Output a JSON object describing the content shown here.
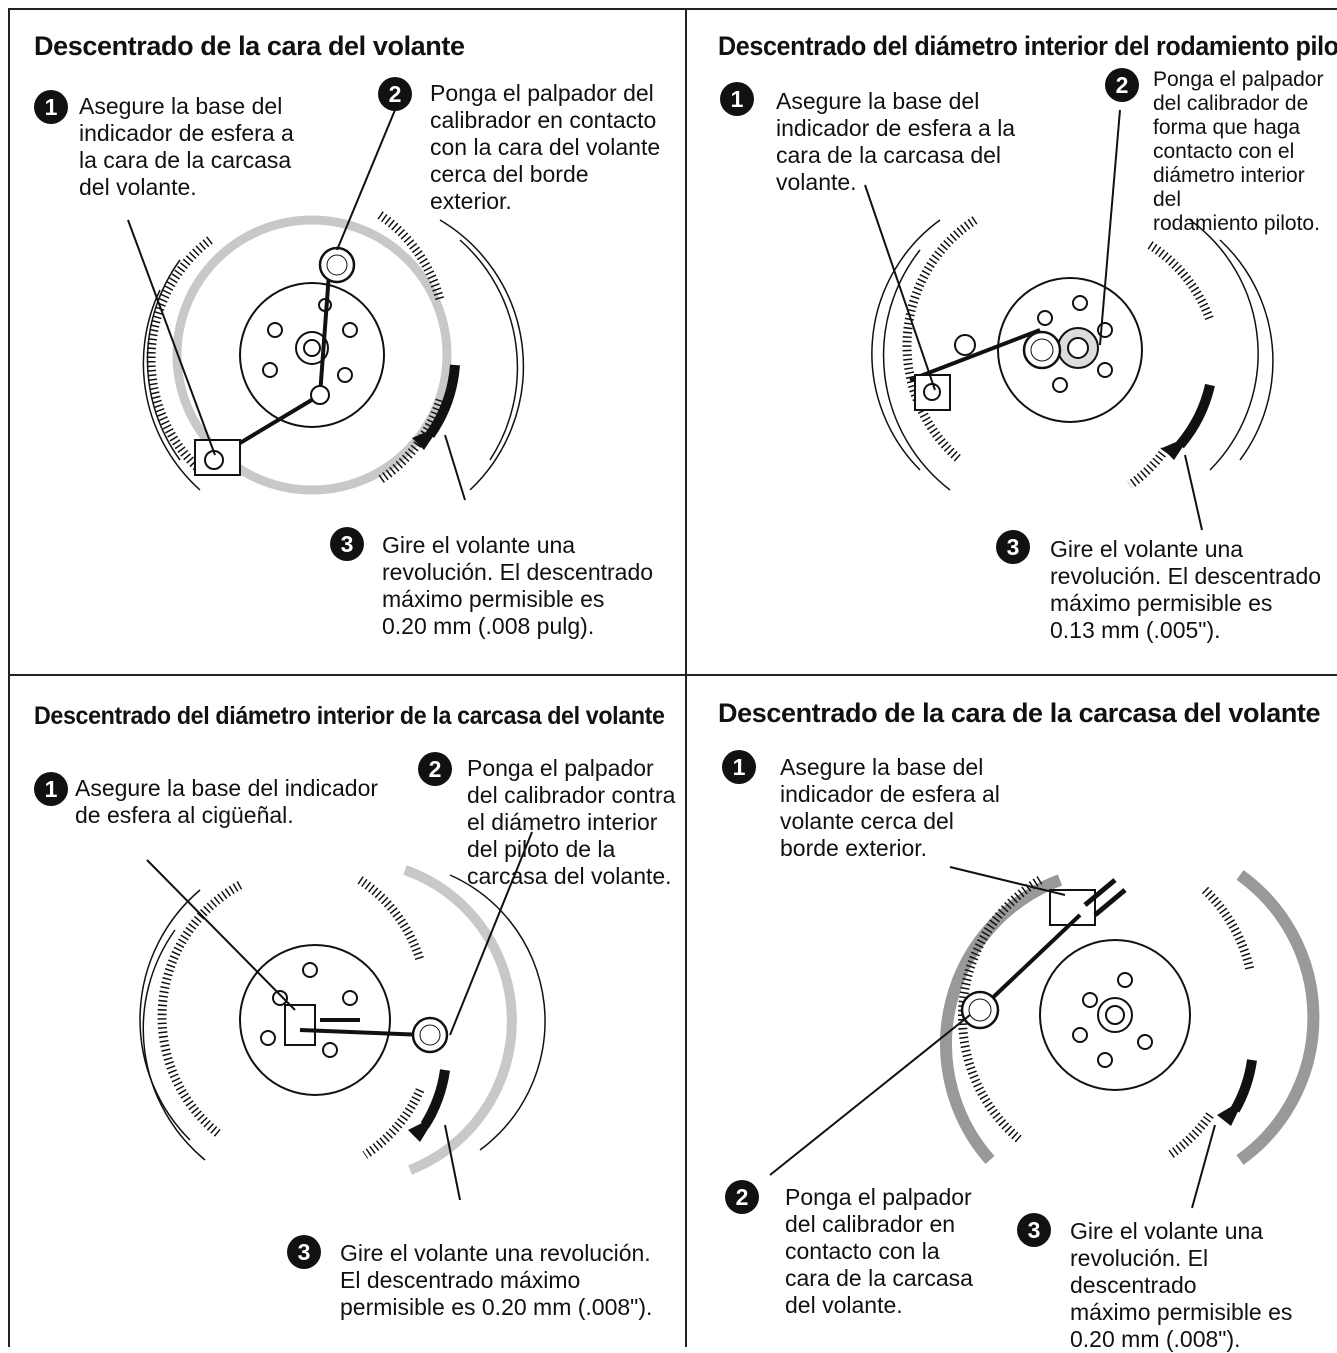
{
  "panels": [
    {
      "title": "Descentrado de la cara del volante",
      "steps": [
        {
          "num": "1",
          "text": "Asegure la base del\nindicador de esfera a\nla cara de la carcasa\ndel volante."
        },
        {
          "num": "2",
          "text": "Ponga el palpador del\ncalibrador en contacto\ncon la cara del volante\ncerca del borde\nexterior."
        },
        {
          "num": "3",
          "text": "Gire el volante una\nrevolución. El descentrado\nmáximo permisible es\n0.20 mm (.008 pulg)."
        }
      ]
    },
    {
      "title": "Descentrado del diámetro interior del rodamiento piloto",
      "steps": [
        {
          "num": "1",
          "text": "Asegure la base del\nindicador de esfera a la\ncara de la carcasa del\nvolante."
        },
        {
          "num": "2",
          "text": "Ponga el palpador\ndel calibrador de\nforma que haga\ncontacto con el\ndiámetro interior del\nrodamiento piloto."
        },
        {
          "num": "3",
          "text": "Gire el volante una\nrevolución. El descentrado\nmáximo permisible es\n0.13 mm (.005\")."
        }
      ]
    },
    {
      "title": "Descentrado del diámetro interior de la carcasa del volante",
      "steps": [
        {
          "num": "1",
          "text": "Asegure la base del indicador\nde esfera al cigüeñal."
        },
        {
          "num": "2",
          "text": "Ponga el palpador\ndel calibrador contra\nel diámetro interior\ndel piloto de la\ncarcasa del volante."
        },
        {
          "num": "3",
          "text": "Gire el volante una revolución.\nEl descentrado máximo\npermisible es 0.20 mm (.008\")."
        }
      ]
    },
    {
      "title": "Descentrado de la cara de la carcasa del volante",
      "steps": [
        {
          "num": "1",
          "text": "Asegure la base del\nindicador de esfera al\nvolante cerca del\nborde exterior."
        },
        {
          "num": "2",
          "text": "Ponga el palpador\ndel calibrador en\ncontacto con la\ncara de la carcasa\ndel volante."
        },
        {
          "num": "3",
          "text": "Gire el volante una\nrevolución. El descentrado\nmáximo permisible es\n0.20 mm (.008\")."
        }
      ]
    }
  ],
  "colors": {
    "ink": "#111111",
    "highlight": "#c8c8c8",
    "arrow": "#111111"
  }
}
